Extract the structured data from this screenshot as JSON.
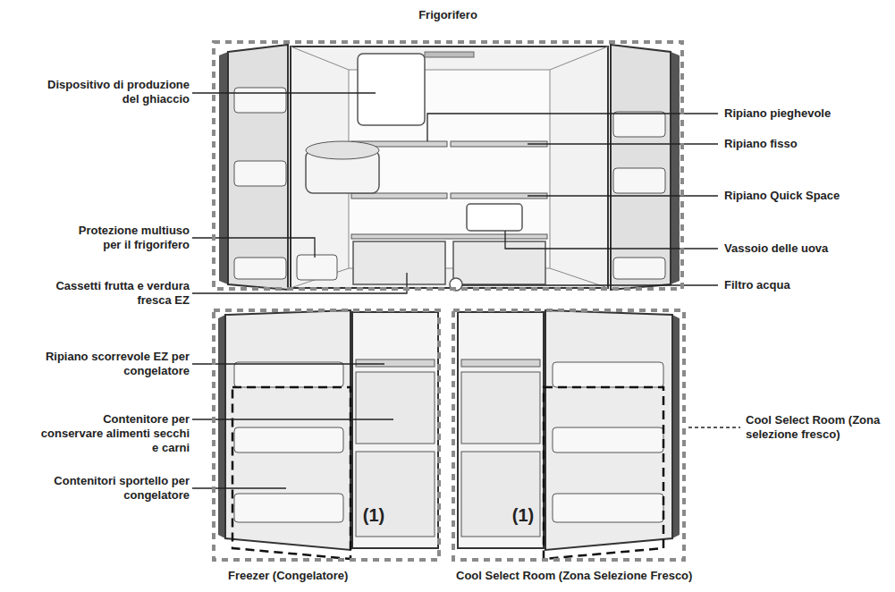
{
  "diagram": {
    "nodes": [
      {
        "text": [
          "Frigorifero"
        ]
      },
      {
        "text": [
          "Freezer (Congelatore)"
        ]
      },
      {
        "text": [
          "Cool Select Room (Zona Selezione Fresco)"
        ]
      }
    ],
    "labels": [
      "Dispositivo di produzione del ghiaccio",
      "Protezione multiuso per il frigorifero",
      "Cassetti frutta e verdura fresca EZ",
      "Ripiano scorrevole EZ per congelatore",
      "Contenitore per conservare alimenti secchi e carni",
      "Contenitori sportello per congelatore",
      "Ripiano pieghevole",
      "Ripiano fisso",
      "Ripiano Quick Space",
      "Vassoio delle uova",
      "Filtro acqua",
      "Cool Select Room (Zona selezione fresco)",
      "(1)",
      "(1)"
    ]
  }
}
